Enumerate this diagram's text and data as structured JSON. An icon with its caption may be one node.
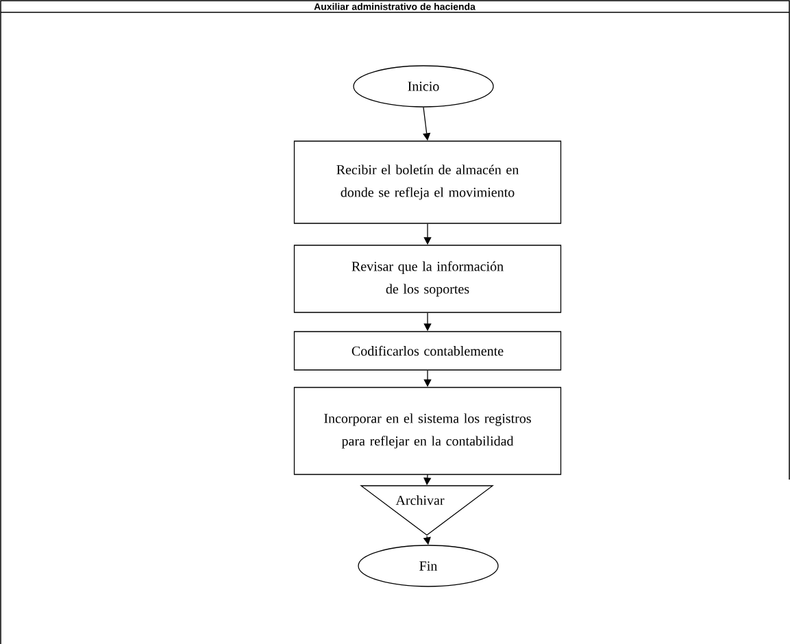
{
  "diagram": {
    "title": "Auxiliar administrativo de hacienda",
    "nodes": [
      {
        "text": [
          "Inicio"
        ]
      },
      {
        "text": [
          "Recibir el boletín de almacén en donde se refleja el movimiento"
        ]
      },
      {
        "text": [
          "Revisar que la información de los soportes"
        ]
      },
      {
        "text": [
          "Codificarlos contablemente"
        ]
      },
      {
        "text": [
          "Incorporar en el sistema los registros para reflejar en la contabilidad"
        ]
      },
      {
        "text": [
          "Archivar"
        ]
      },
      {
        "text": [
          "Fin"
        ]
      }
    ],
    "edges": [
      {
        "from": 0,
        "to": 1,
        "arrow": "to"
      },
      {
        "from": 1,
        "to": 2,
        "arrow": "to"
      },
      {
        "from": 2,
        "to": 3,
        "arrow": "to"
      },
      {
        "from": 3,
        "to": 4,
        "arrow": "to"
      },
      {
        "from": 4,
        "to": 5,
        "arrow": "to"
      },
      {
        "from": 5,
        "to": 6,
        "arrow": "to"
      }
    ]
  }
}
